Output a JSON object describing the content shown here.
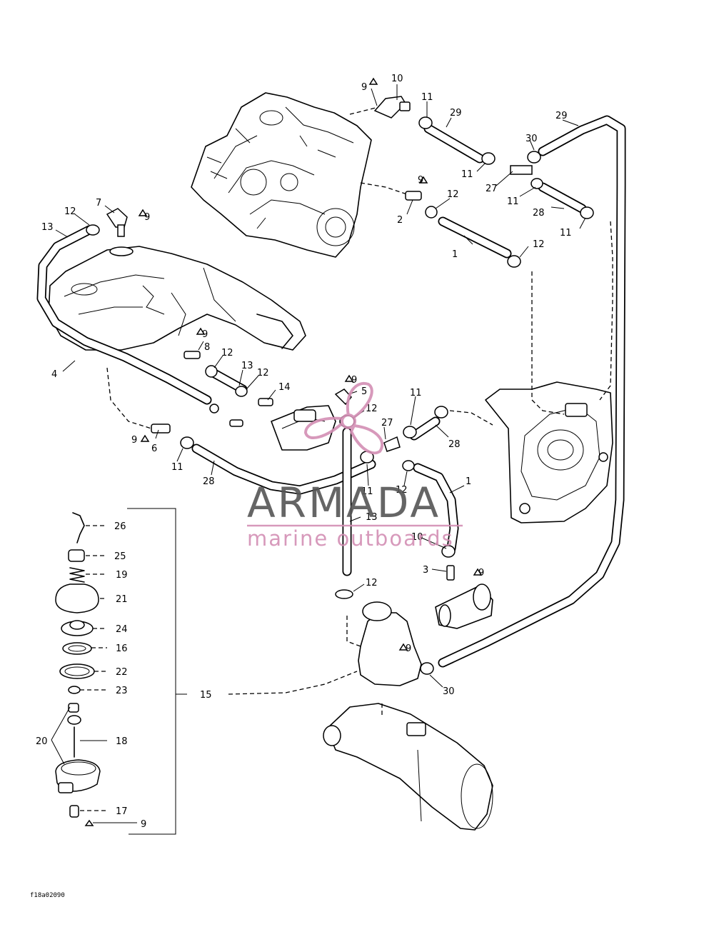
{
  "watermark": {
    "brand": "ARMADA",
    "tagline": "marine outboards",
    "brand_color": "#555555",
    "accent_color": "#d38fb4"
  },
  "drawing_code": "f18a02090",
  "labels": [
    "10",
    "9",
    "11",
    "29",
    "29",
    "30",
    "11",
    "27",
    "11",
    "28",
    "11",
    "9",
    "12",
    "2",
    "1",
    "12",
    "7",
    "9",
    "12",
    "13",
    "4",
    "9",
    "8",
    "12",
    "13",
    "12",
    "14",
    "9",
    "5",
    "12",
    "11",
    "27",
    "28",
    "9",
    "6",
    "11",
    "28",
    "12",
    "11",
    "1",
    "13",
    "10",
    "3",
    "9",
    "12",
    "30",
    "9",
    "15",
    "26",
    "25",
    "19",
    "21",
    "24",
    "16",
    "22",
    "23",
    "20",
    "18",
    "17",
    "9"
  ]
}
